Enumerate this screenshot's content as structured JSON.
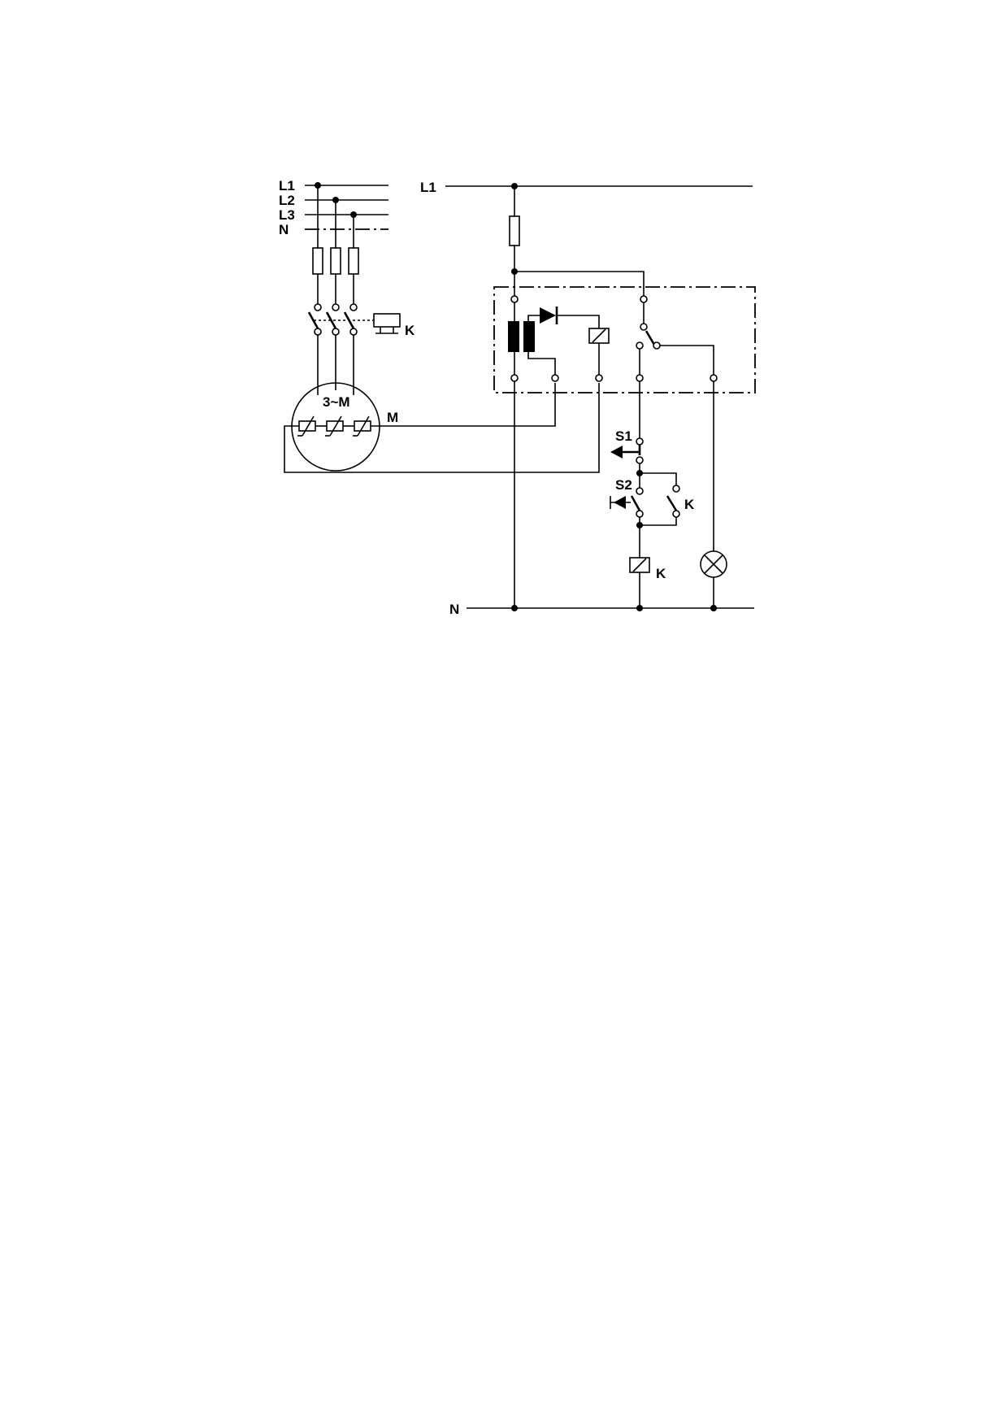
{
  "labels": {
    "supply_l1": "L1",
    "supply_l2": "L2",
    "supply_l3": "L3",
    "supply_n": "N",
    "contactor_k": "K",
    "motor_type": "3~M",
    "motor_m": "M",
    "control_l1": "L1",
    "control_n": "N",
    "switch_s1": "S1",
    "switch_s2": "S2",
    "aux_contact_k": "K",
    "coil_k": "K"
  }
}
